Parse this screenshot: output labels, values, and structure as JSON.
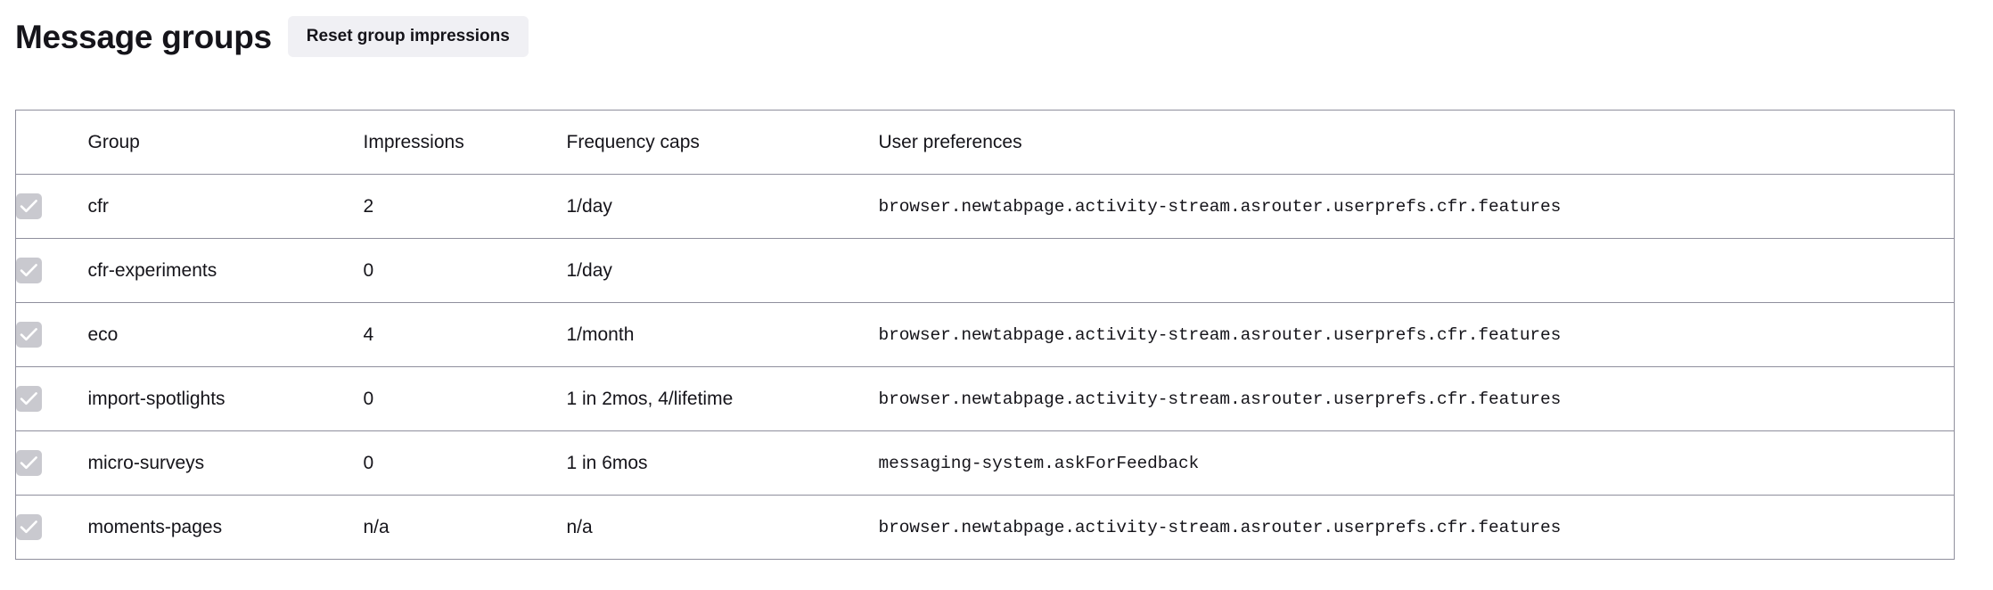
{
  "header": {
    "title": "Message groups",
    "reset_button_label": "Reset group impressions"
  },
  "table": {
    "columns": {
      "checkbox": "",
      "group": "Group",
      "impressions": "Impressions",
      "frequency_caps": "Frequency caps",
      "user_preferences": "User preferences"
    },
    "rows": [
      {
        "enabled": true,
        "checkbox_icon": "checkmark-icon",
        "group": "cfr",
        "impressions": "2",
        "frequency_caps": "1/day",
        "user_preferences": "browser.newtabpage.activity-stream.asrouter.userprefs.cfr.features"
      },
      {
        "enabled": true,
        "checkbox_icon": "checkmark-icon",
        "group": "cfr-experiments",
        "impressions": "0",
        "frequency_caps": "1/day",
        "user_preferences": ""
      },
      {
        "enabled": true,
        "checkbox_icon": "checkmark-icon",
        "group": "eco",
        "impressions": "4",
        "frequency_caps": "1/month",
        "user_preferences": "browser.newtabpage.activity-stream.asrouter.userprefs.cfr.features"
      },
      {
        "enabled": true,
        "checkbox_icon": "checkmark-icon",
        "group": "import-spotlights",
        "impressions": "0",
        "frequency_caps": "1 in 2mos, 4/lifetime",
        "user_preferences": "browser.newtabpage.activity-stream.asrouter.userprefs.cfr.features"
      },
      {
        "enabled": true,
        "checkbox_icon": "checkmark-icon",
        "group": "micro-surveys",
        "impressions": "0",
        "frequency_caps": "1 in 6mos",
        "user_preferences": "messaging-system.askForFeedback"
      },
      {
        "enabled": true,
        "checkbox_icon": "checkmark-icon",
        "group": "moments-pages",
        "impressions": "n/a",
        "frequency_caps": "n/a",
        "user_preferences": "browser.newtabpage.activity-stream.asrouter.userprefs.cfr.features"
      }
    ]
  },
  "colors": {
    "text": "#15141a",
    "border": "#8f8f9d",
    "button_bg": "#f0f0f4",
    "checkbox_disabled": "#c9c9cf",
    "checkmark": "#ffffff"
  }
}
